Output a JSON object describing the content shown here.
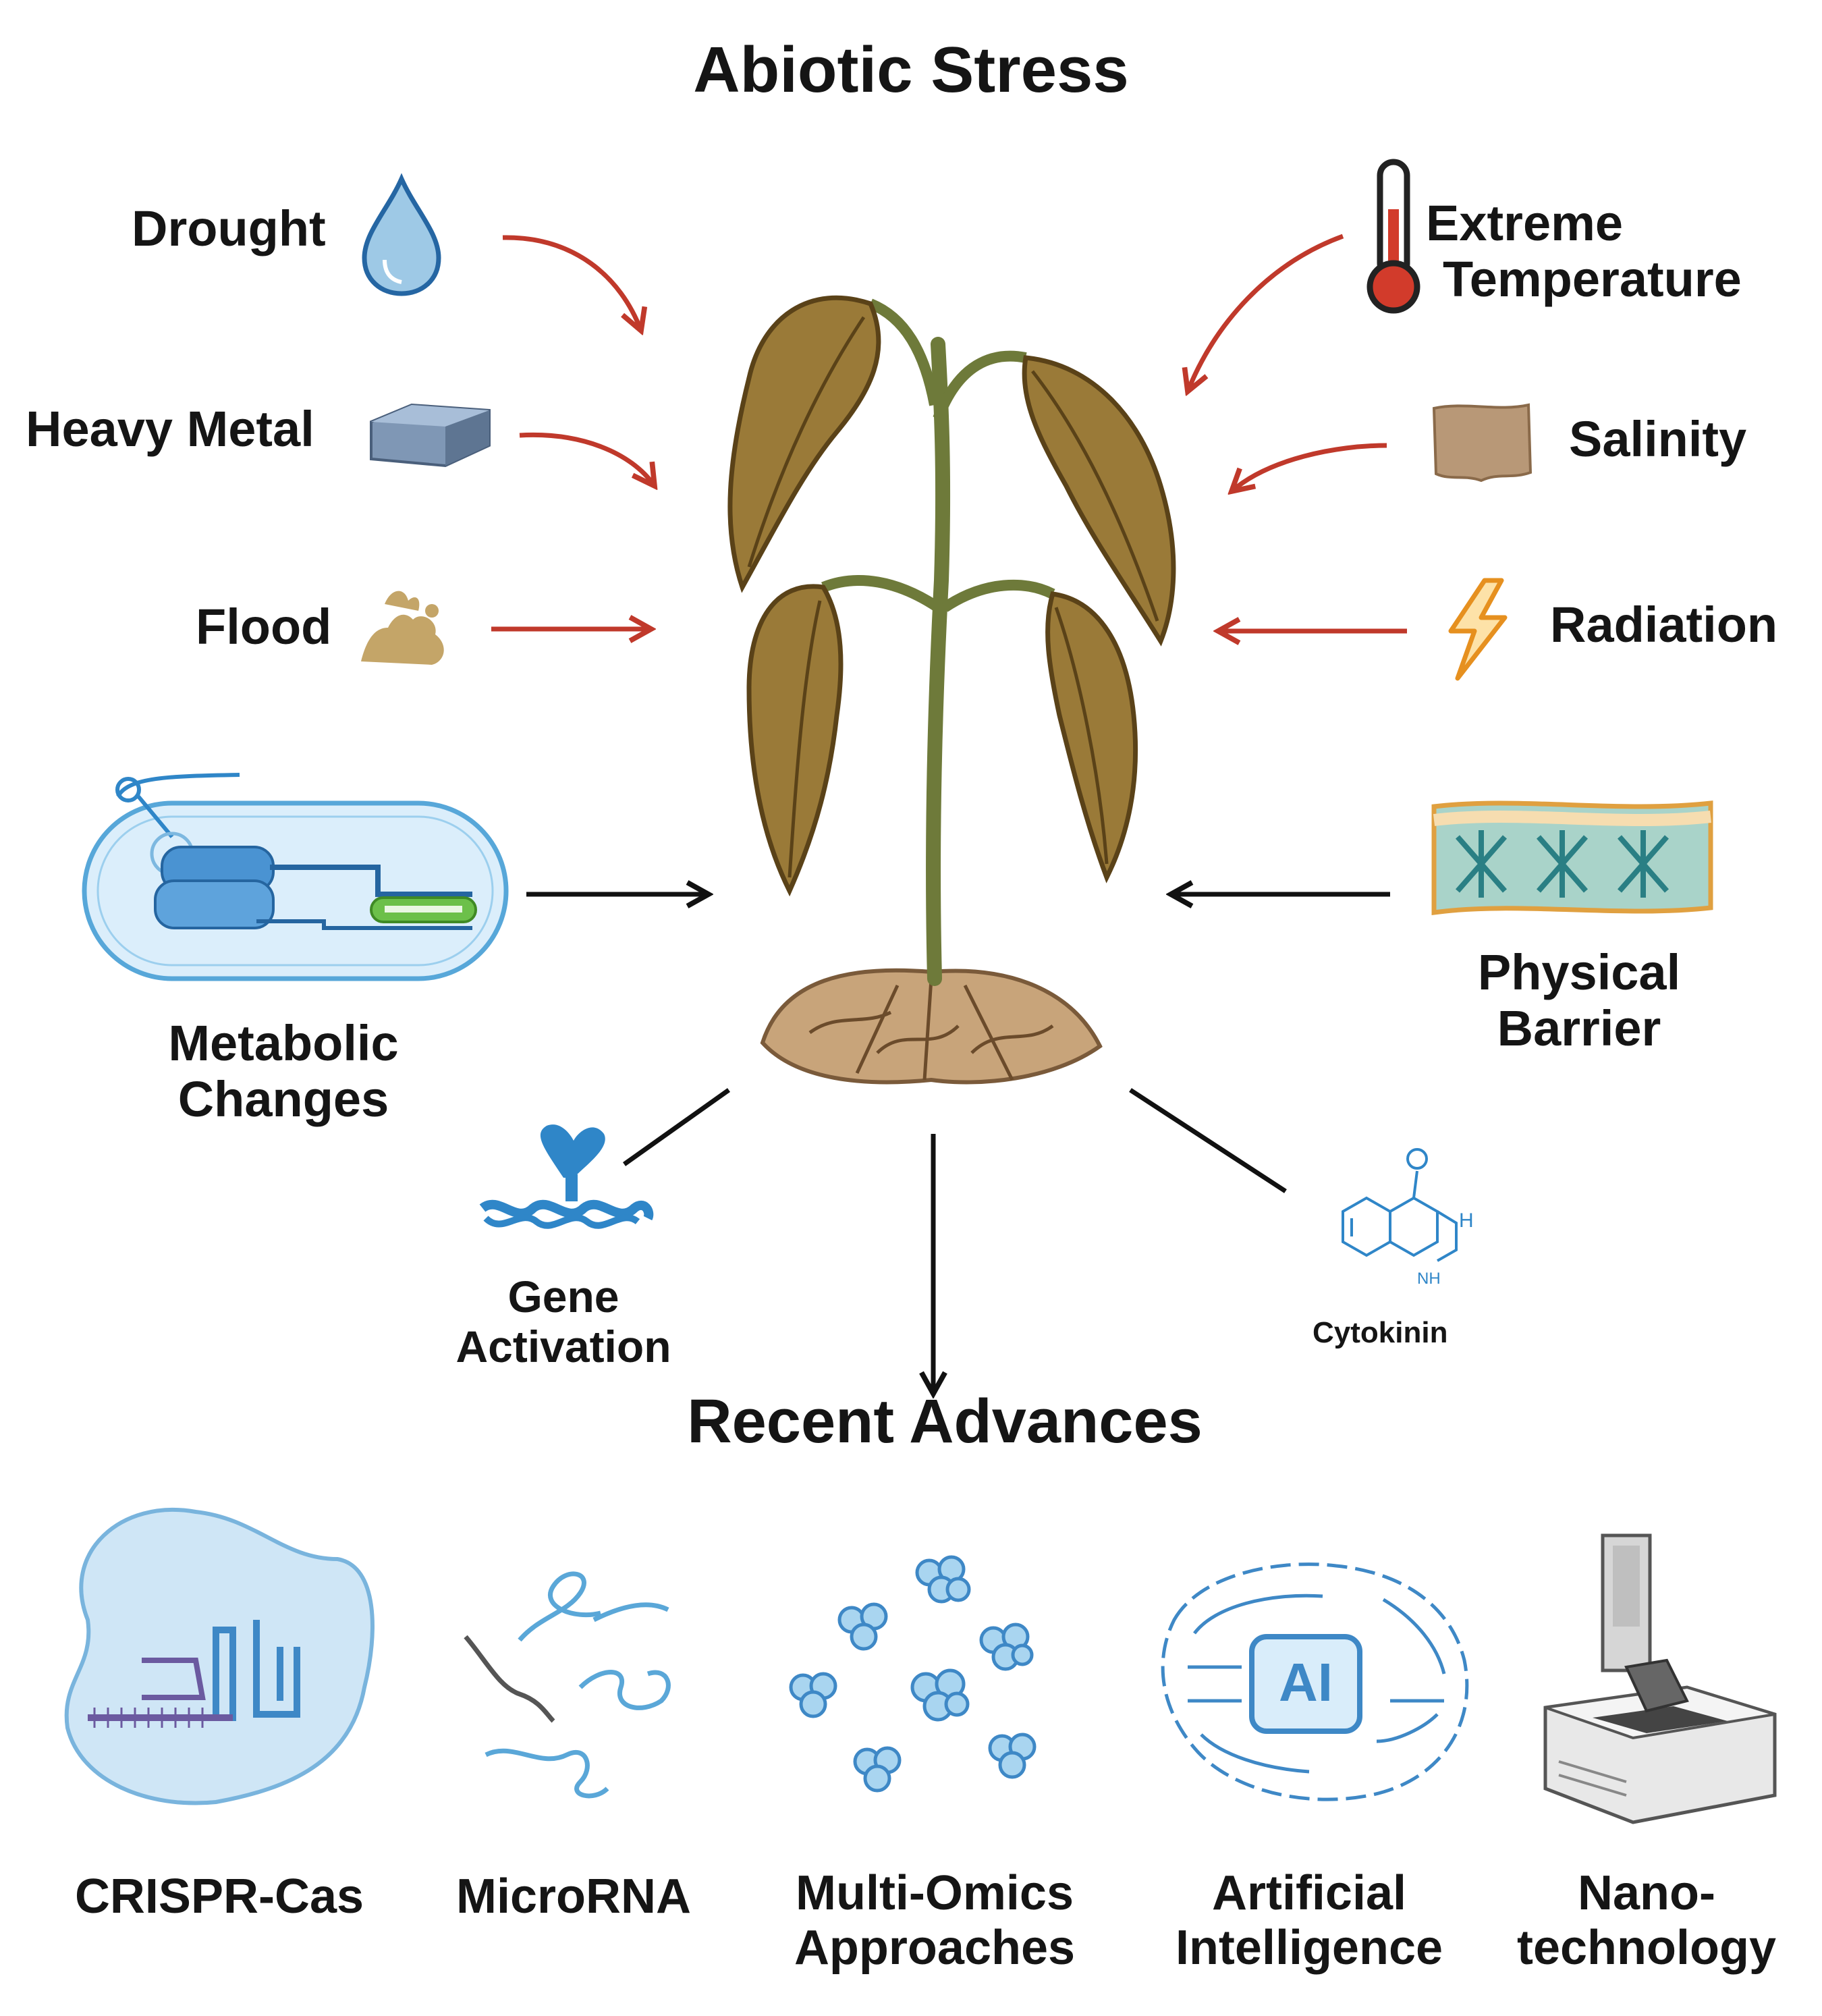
{
  "title": "Abiotic Stress",
  "stresses_left": [
    {
      "label": "Drought",
      "icon": "water-drop-icon"
    },
    {
      "label": "Heavy Metal",
      "icon": "metal-block-icon"
    },
    {
      "label": "Flood",
      "icon": "flood-mud-icon"
    }
  ],
  "stresses_right": [
    {
      "line1": "Extreme",
      "line2": "Temperature",
      "icon": "thermometer-icon"
    },
    {
      "label": "Salinity",
      "icon": "salt-soil-icon"
    },
    {
      "label": "Radiation",
      "icon": "lightning-icon"
    }
  ],
  "responses": {
    "metabolic": {
      "line1": "Metabolic",
      "line2": "Changes",
      "icon": "cell-metabolism-icon"
    },
    "physical": {
      "line1": "Physical",
      "line2": "Barrier",
      "icon": "cell-wall-barrier-icon"
    },
    "gene": {
      "line1": "Gene",
      "line2": "Activation",
      "icon": "dna-protein-icon"
    },
    "cytokinin": {
      "label": "Cytokinin",
      "icon": "cytokinin-molecule-icon"
    }
  },
  "section_title": "Recent Advances",
  "advances": [
    {
      "line1": "CRISPR-Cas",
      "line2": "",
      "icon": "crispr-icon"
    },
    {
      "line1": "MicroRNA",
      "line2": "",
      "icon": "microrna-icon"
    },
    {
      "line1": "Multi-Omics",
      "line2": "Approaches",
      "icon": "multi-omics-icon"
    },
    {
      "line1": "Artificial",
      "line2": "Intelligence",
      "icon": "ai-chip-icon"
    },
    {
      "line1": "Nano-",
      "line2": "technology",
      "icon": "nano-device-icon"
    }
  ],
  "colors": {
    "stress_arrow": "#c0392b",
    "response_arrow": "#111111",
    "icon_blue": "#2f86c8",
    "leaf_brown": "#8a6a2a",
    "stem_green": "#7d8a4a"
  }
}
